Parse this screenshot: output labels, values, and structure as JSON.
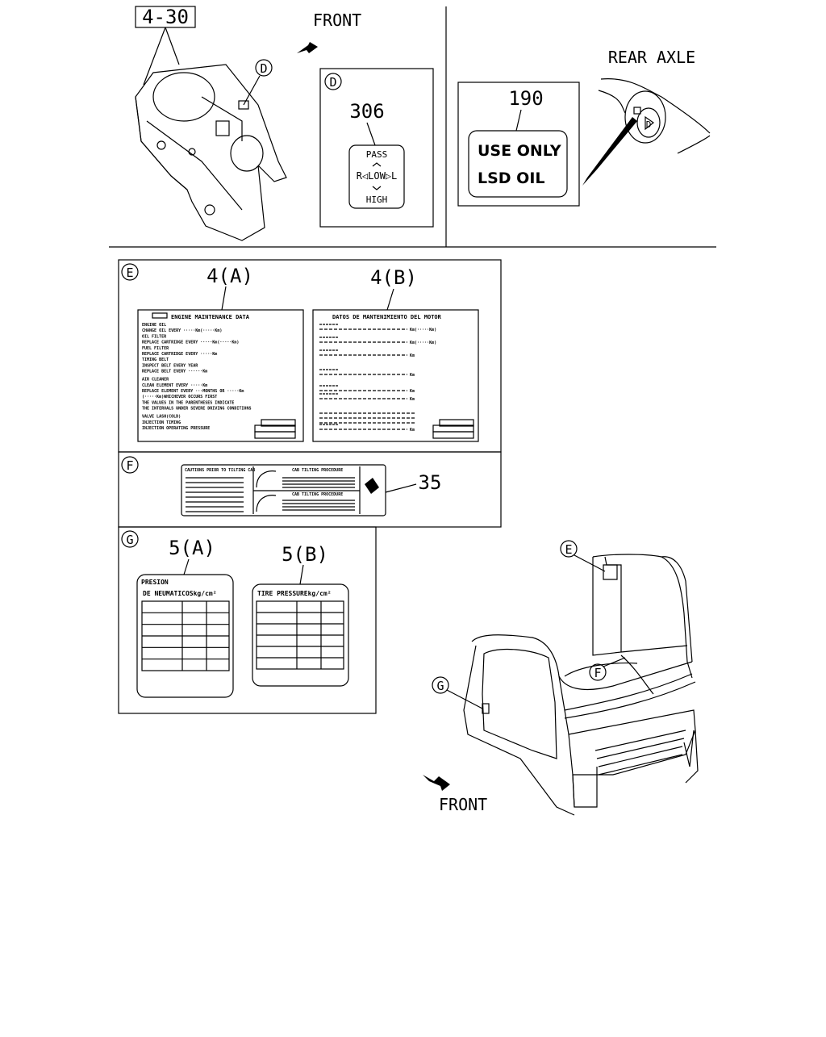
{
  "top_left": {
    "ref_label": "4-30",
    "callout_D": "D",
    "front_label": "FRONT"
  },
  "panel_D": {
    "tag": "D",
    "part_number": "306",
    "decal": {
      "top": "PASS",
      "middle": "R◁LOW▷L",
      "bottom": "HIGH"
    }
  },
  "top_right": {
    "rear_axle_label": "REAR AXLE",
    "part_number": "190",
    "decal_line1": "USE ONLY",
    "decal_line2": "LSD OIL",
    "callout_D": "D"
  },
  "panel_E": {
    "tag": "E",
    "label_a": {
      "part_number": "4(A)",
      "title": "ENGINE MAINTENANCE DATA",
      "lines": [
        "ENGINE OIL",
        "CHANGE OIL EVERY ·····Km(·····Km)",
        "OIL FILTER",
        "REPLACE CARTRIDGE EVERY ·····Km(·····Km)",
        "FUEL FILTER",
        "REPLACE CARTRIDGE EVERY ·····Km",
        "TIMING BELT",
        "INSPECT BELT EVERY YEAR",
        "REPLACE BELT EVERY ······Km",
        "AIR CLEANER",
        "CLEAN ELEMENT EVERY ·····Km",
        "REPLACE ELEMENT EVERY ···MONTHS OR ·····Km",
        "(·····Km)WHICHEVER OCCURS FIRST",
        "THE VALUES IN THE PARENTHESES INDICATE",
        "THE INTERVALS UNDER SEVERE DRIVING CONDITIONS",
        "VALVE LASH(COLD)",
        "INJECTION TIMING",
        "INJECTION OPERATING PRESSURE"
      ]
    },
    "label_b": {
      "part_number": "4(B)",
      "title": "DATOS DE MANTENIMIENTO DEL MOTOR",
      "units": [
        "Km(·····Km)",
        "Km(·····Km)",
        "Km",
        "Km",
        "Km",
        "Km",
        "Km"
      ]
    }
  },
  "panel_F": {
    "tag": "F",
    "part_number": "35",
    "title_left": "CAUTIONS PRIOR TO TILTING CAB",
    "title_right_1": "CAB TILTING PROCEDURE",
    "title_right_2": "CAB TILTING PROCEDURE"
  },
  "panel_G": {
    "tag": "G",
    "label_a": {
      "part_number": "5(A)",
      "line1": "PRESION",
      "line2": "DE NEUMATICOSkg/cm²"
    },
    "label_b": {
      "part_number": "5(B)",
      "line1": "TIRE PRESSUREkg/cm²"
    }
  },
  "cab_view": {
    "callout_E": "E",
    "callout_F": "F",
    "callout_G": "G",
    "front_label": "FRONT"
  }
}
